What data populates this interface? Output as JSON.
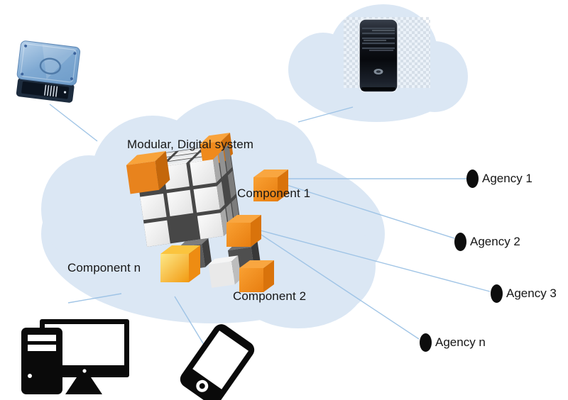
{
  "diagram": {
    "title": "Modular, Digital system"
  },
  "components": [
    {
      "label": "Component 1"
    },
    {
      "label": "Component 2"
    },
    {
      "label": "Component n"
    }
  ],
  "agencies": [
    {
      "label": "Agency 1"
    },
    {
      "label": "Agency 2"
    },
    {
      "label": "Agency 3"
    },
    {
      "label": "Agency n"
    }
  ],
  "icons": {
    "hard_drive": "hard-drive-icon",
    "server": "server-tower-icon",
    "desktop": "desktop-computer-icon",
    "smartphone": "smartphone-icon"
  },
  "colors": {
    "cloud": "#dbe7f4",
    "connector": "#9cc2e5",
    "cube_orange": "#f18a1d",
    "cube_orange_dark": "#d9730b",
    "cube_yellow": "#fbc43e",
    "cube_white": "#f2f2f2",
    "bullet": "#0d0d0d",
    "text": "#161616"
  }
}
